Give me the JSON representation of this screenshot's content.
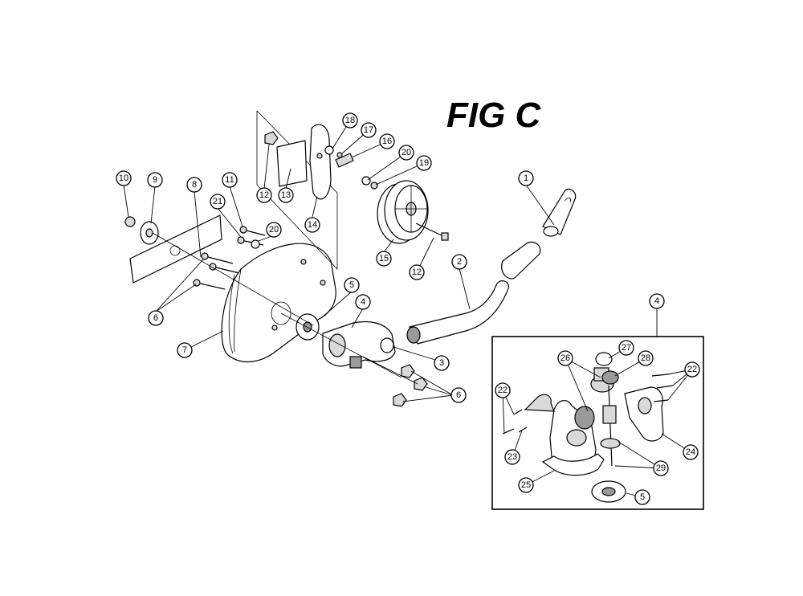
{
  "figure": {
    "title": "FIG C"
  },
  "callouts": [
    "1",
    "2",
    "3",
    "4",
    "5",
    "6",
    "7",
    "8",
    "9",
    "10",
    "11",
    "12",
    "13",
    "14",
    "15",
    "16",
    "17",
    "18",
    "19",
    "20",
    "21",
    "22",
    "23",
    "24",
    "25",
    "26",
    "27",
    "28",
    "29"
  ],
  "inset": {
    "callout": "4"
  }
}
